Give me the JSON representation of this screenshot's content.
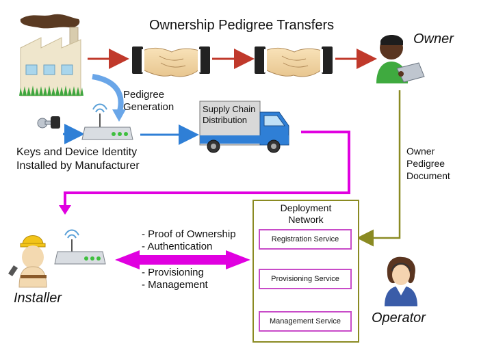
{
  "title": "Ownership Pedigree Transfers",
  "roles": {
    "owner": "Owner",
    "installer": "Installer",
    "operator": "Operator"
  },
  "labels": {
    "pedigree_generation_line1": "Pedigree",
    "pedigree_generation_line2": "Generation",
    "keys_line1": "Keys and Device Identity",
    "keys_line2": "Installed by Manufacturer",
    "supply_chain_line1": "Supply Chain",
    "supply_chain_line2": "Distribution",
    "owner_doc_line1": "Owner",
    "owner_doc_line2": "Pedigree",
    "owner_doc_line3": "Document",
    "proof_of_ownership": "- Proof of Ownership",
    "authentication": "- Authentication",
    "provisioning": "- Provisioning",
    "management": "- Management"
  },
  "deployment": {
    "title_line1": "Deployment",
    "title_line2": "Network",
    "services": [
      "Registration Service",
      "Provisioning Service",
      "Management Service"
    ]
  },
  "colors": {
    "red_arrow": "#c0392b",
    "blue_arrow": "#2f7fd6",
    "magenta": "#e000e0",
    "olive": "#8a8a22",
    "service_border": "#c84bc8"
  },
  "icons": [
    "factory-icon",
    "handshake-icon",
    "person-laptop-icon",
    "router-icon",
    "keys-icon",
    "truck-icon",
    "installer-icon",
    "operator-icon"
  ]
}
